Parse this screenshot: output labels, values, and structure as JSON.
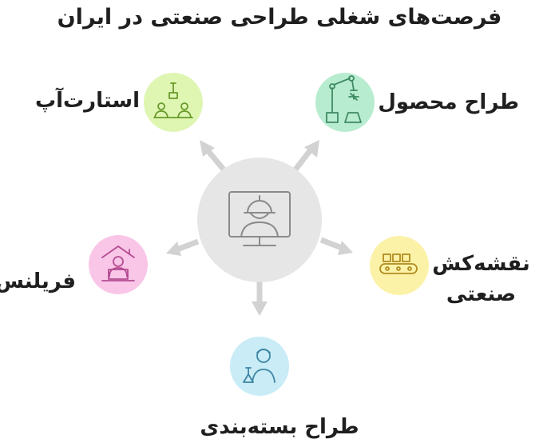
{
  "title": "فرصت‌های شغلی طراحی صنعتی در ایران",
  "hub": {
    "icon": "designer-at-computer-icon"
  },
  "branches": [
    {
      "label": "طراح محصول",
      "icon": "robotic-arm-icon",
      "color": "#b8ecd0"
    },
    {
      "label": "استارت‌آپ",
      "icon": "team-meeting-icon",
      "color": "#dff6b3"
    },
    {
      "label": "فریلنس",
      "icon": "remote-worker-icon",
      "color": "#f9c6e8"
    },
    {
      "label": "نقشه‌کش\nصنعتی",
      "icon": "conveyor-belt-icon",
      "color": "#fbf2a8"
    },
    {
      "label": "طراح بسته‌بندی",
      "icon": "scientist-icon",
      "color": "#c9ecf7"
    }
  ],
  "colors": {
    "hub": "#e6e6e6",
    "arrow": "#d2d2d2"
  }
}
